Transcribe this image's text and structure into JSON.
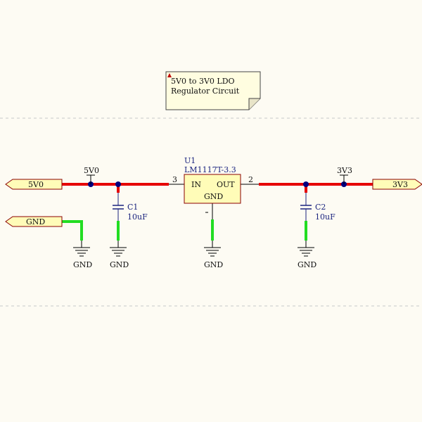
{
  "note": {
    "line1": "5V0 to 3V0 LDO",
    "line2": "Regulator Circuit"
  },
  "ports": {
    "in": "5V0",
    "gnd": "GND",
    "out": "3V3"
  },
  "power_labels": {
    "net_5v0": "5V0",
    "net_3v3": "3V3",
    "gnd": "GND"
  },
  "u1": {
    "designator": "U1",
    "part": "LM1117T-3.3",
    "pin_in_name": "IN",
    "pin_out_name": "OUT",
    "pin_gnd_name": "GND",
    "pin_in_number": "3",
    "pin_out_number": "2"
  },
  "c1": {
    "designator": "C1",
    "value": "10uF"
  },
  "c2": {
    "designator": "C2",
    "value": "10uF"
  },
  "colors": {
    "background": "#fdfbf3",
    "wire_power": "#e60000",
    "wire_ground": "#22dd22",
    "junction": "#000080",
    "port_fill": "#fffcb8",
    "component_fill": "#fffcb8",
    "component_stroke": "#8b0000",
    "note_fill": "#fffde0"
  }
}
